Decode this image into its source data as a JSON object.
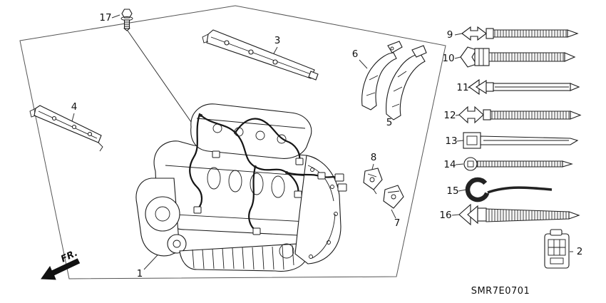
{
  "labels": {
    "code": "SMR7E0701",
    "front_direction": "FR."
  },
  "callouts": [
    "1",
    "2",
    "3",
    "4",
    "5",
    "6",
    "7",
    "8",
    "9",
    "10",
    "11",
    "12",
    "13",
    "14",
    "15",
    "16",
    "17"
  ]
}
